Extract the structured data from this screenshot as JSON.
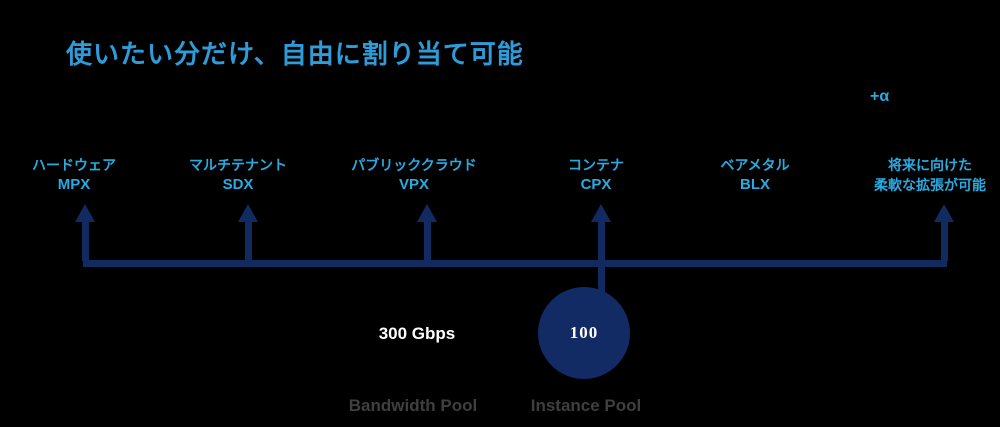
{
  "title": "使いたい分だけ、自由に割り当て可能",
  "plus_alpha": "+α",
  "platforms": [
    {
      "line1": "ハードウェア",
      "line2": "MPX"
    },
    {
      "line1": "マルチテナント",
      "line2": "SDX"
    },
    {
      "line1": "パブリッククラウド",
      "line2": "VPX"
    },
    {
      "line1": "コンテナ",
      "line2": "CPX"
    },
    {
      "line1": "ベアメタル",
      "line2": "BLX"
    },
    {
      "line1": "将来に向けた",
      "line2": "柔軟な拡張が可能"
    }
  ],
  "pools": {
    "bandwidth": {
      "value": "300 Gbps",
      "label": "Bandwidth Pool"
    },
    "instance": {
      "value": "100",
      "label": "Instance Pool"
    }
  },
  "colors": {
    "background": "#000000",
    "title_blue": "#2E9CD9",
    "label_blue": "#29ABE2",
    "connector_navy": "#112A5F",
    "circle_navy": "#122B64",
    "pool_label_gray": "#3F3F3F",
    "value_white": "#FFFFFF"
  }
}
